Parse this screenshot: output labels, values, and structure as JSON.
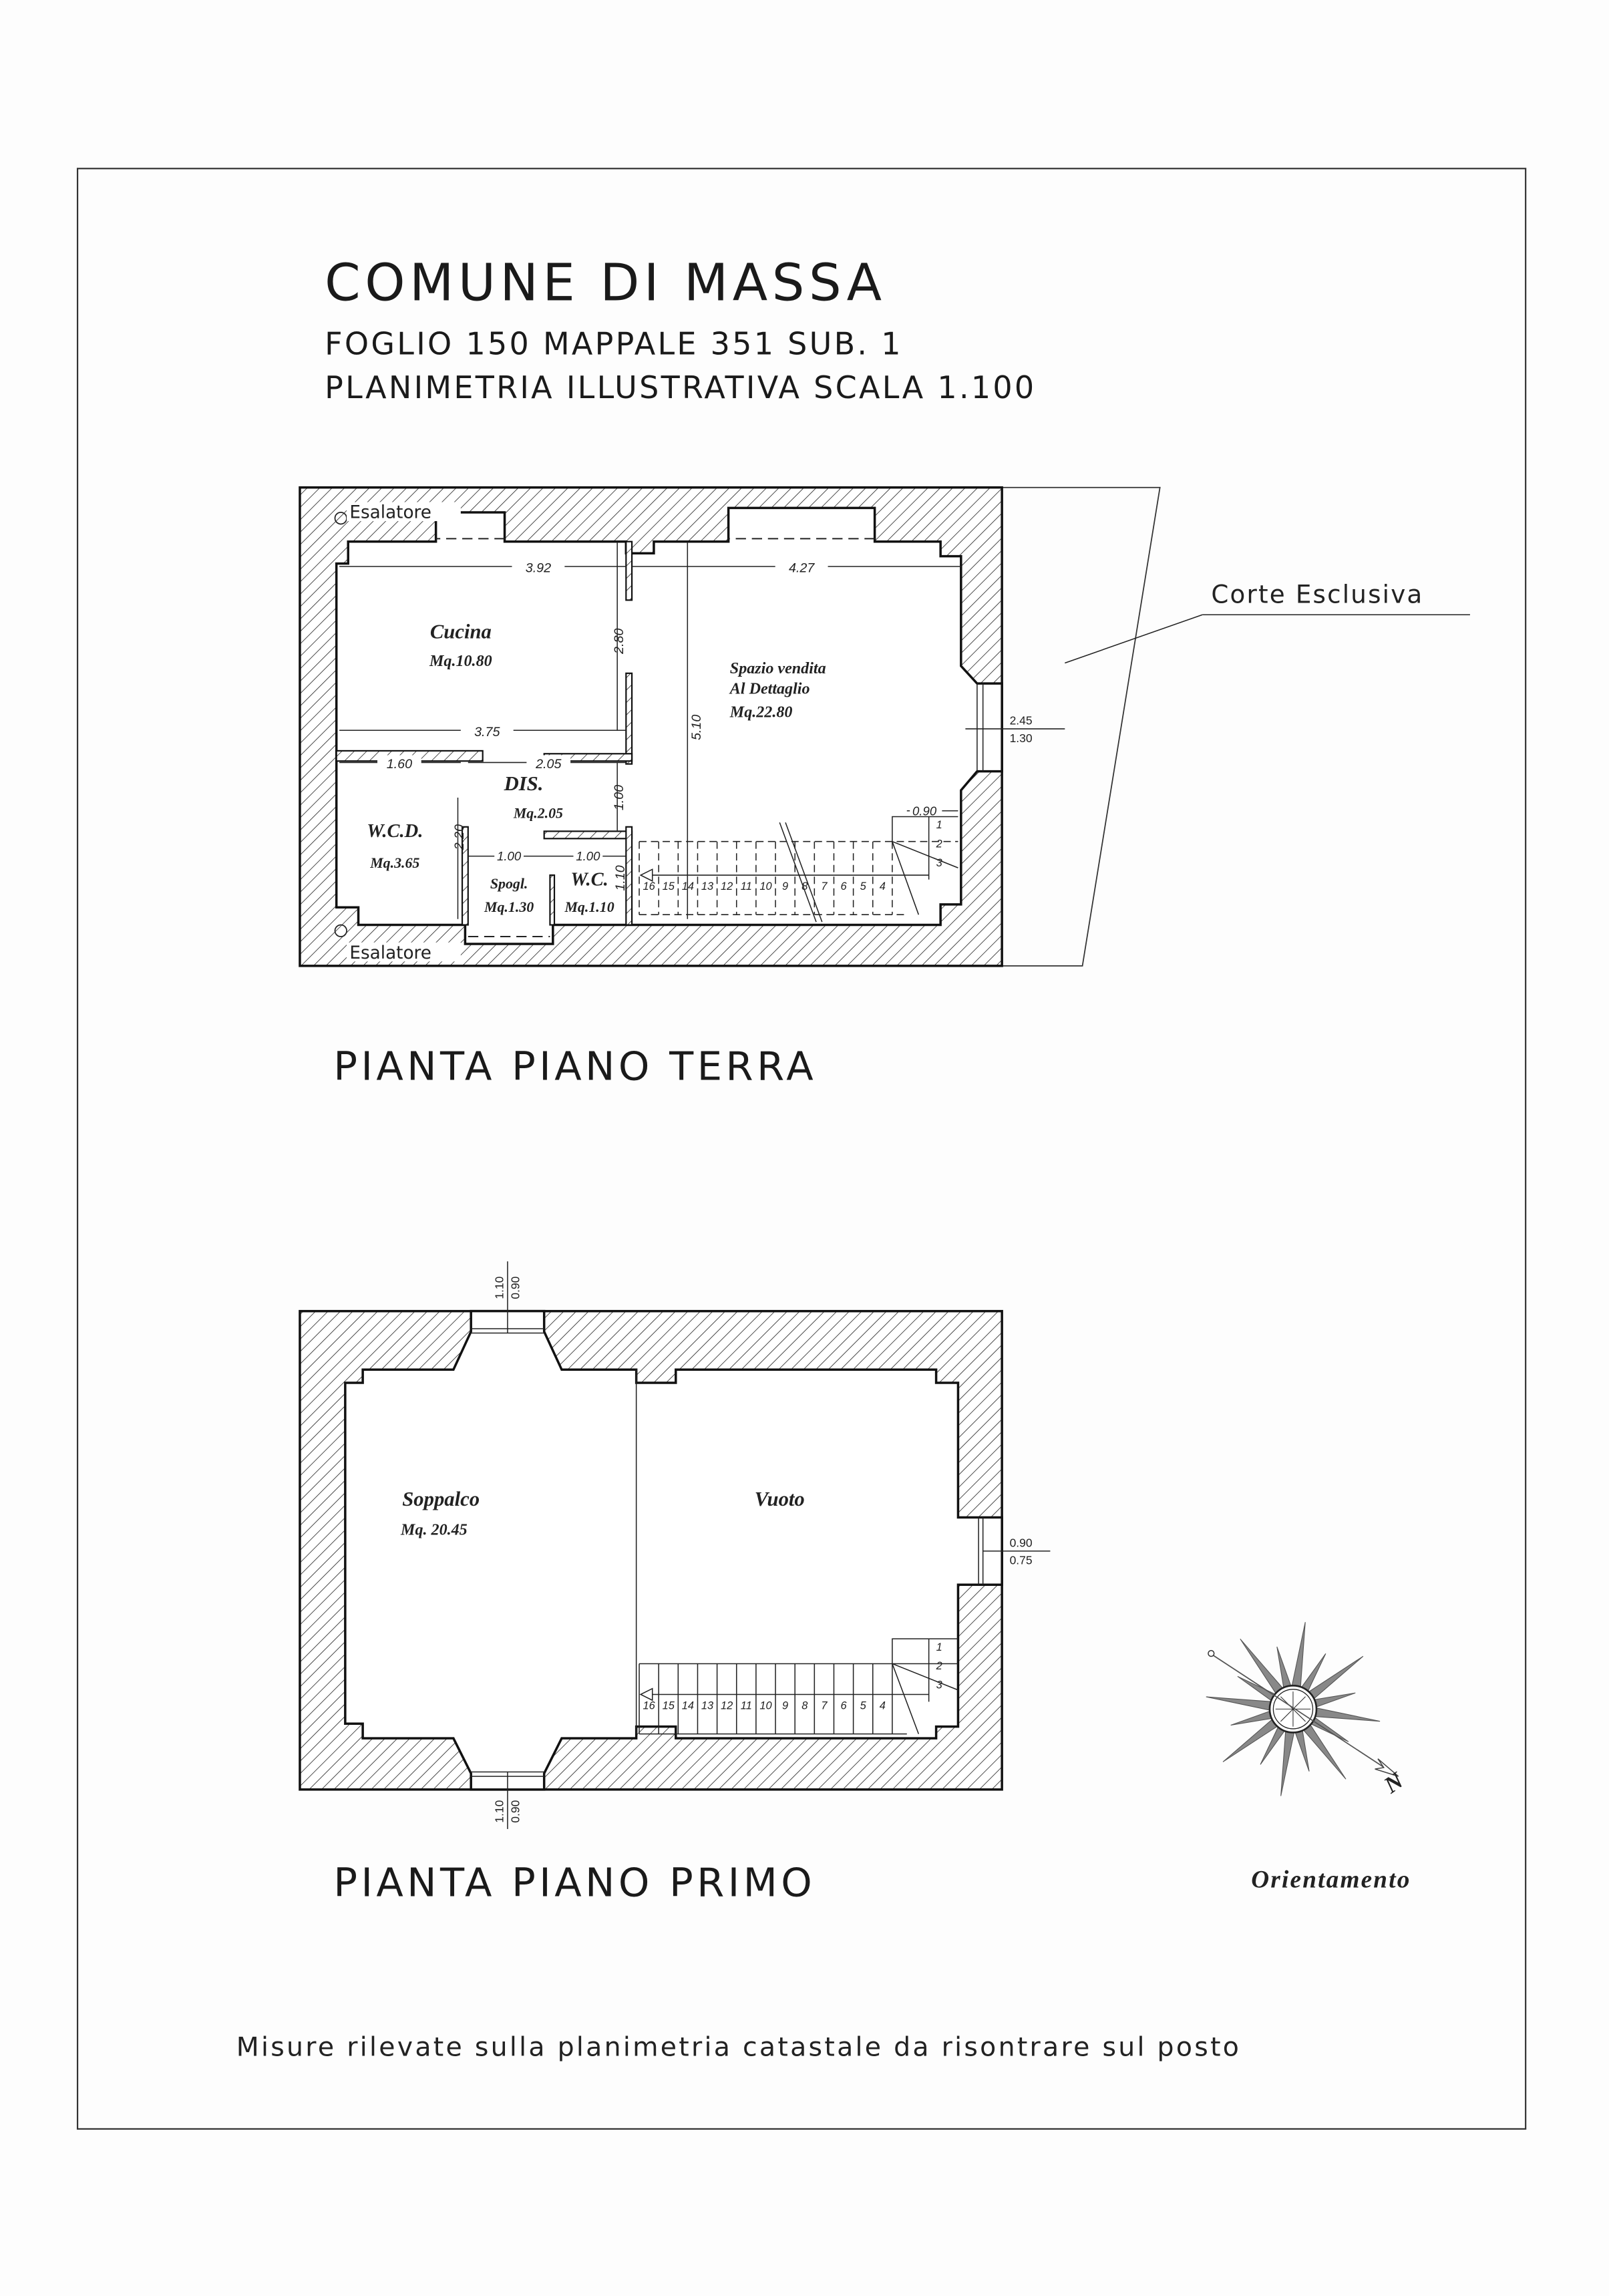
{
  "header": {
    "title": "COMUNE DI MASSA",
    "subtitle": "FOGLIO 150 MAPPALE 351 SUB. 1",
    "scale_line": "PLANIMETRIA ILLUSTRATIVA SCALA 1.100"
  },
  "ground_floor": {
    "title": "PIANTA PIANO TERRA",
    "courtyard_label": "Corte Esclusiva",
    "vent_label": "Esalatore",
    "rooms": {
      "kitchen": {
        "name": "Cucina",
        "area": "Mq.10.80"
      },
      "shop": {
        "name_1": "Spazio vendita",
        "name_2": "Al Dettaglio",
        "area": "Mq.22.80"
      },
      "hall": {
        "name": "DIS.",
        "area": "Mq.2.05"
      },
      "wcd": {
        "name": "W.C.D.",
        "area": "Mq.3.65"
      },
      "changing": {
        "name": "Spogl.",
        "area": "Mq.1.30"
      },
      "wc": {
        "name": "W.C.",
        "area": "Mq.1.10"
      }
    },
    "dimensions": {
      "kitchen_width_top": "3.92",
      "shop_width": "4.27",
      "kitchen_width_bottom": "3.75",
      "kitchen_depth": "2.80",
      "shop_depth": "5.10",
      "wcd_width": "1.60",
      "hall_width": "2.05",
      "hall_depth": "1.00",
      "wcd_depth": "2.20",
      "changing_width": "1.00",
      "wc_width": "1.00",
      "wc_depth": "1.10",
      "stair_width": "0.90",
      "window_height": "2.45",
      "window_width": "1.30"
    },
    "stair_steps_straight": [
      "16",
      "15",
      "14",
      "13",
      "12",
      "11",
      "10",
      "9",
      "8",
      "7",
      "6",
      "5",
      "4"
    ],
    "stair_steps_turn": [
      "1",
      "2",
      "3"
    ]
  },
  "first_floor": {
    "title": "PIANTA PIANO PRIMO",
    "rooms": {
      "mezzanine": {
        "name": "Soppalco",
        "area": "Mq. 20.45"
      },
      "void": {
        "name": "Vuoto"
      }
    },
    "dimensions": {
      "top_window_a": "1.10",
      "top_window_b": "0.90",
      "bottom_window_a": "1.10",
      "bottom_window_b": "0.90",
      "side_window_a": "0.90",
      "side_window_b": "0.75"
    },
    "stair_steps_straight": [
      "16",
      "15",
      "14",
      "13",
      "12",
      "11",
      "10",
      "9",
      "8",
      "7",
      "6",
      "5",
      "4"
    ],
    "stair_steps_turn": [
      "1",
      "2",
      "3"
    ]
  },
  "compass": {
    "label": "Orientamento",
    "north": "N"
  },
  "footer_note": "Misure rilevate sulla planimetria catastale da risontrare sul posto"
}
